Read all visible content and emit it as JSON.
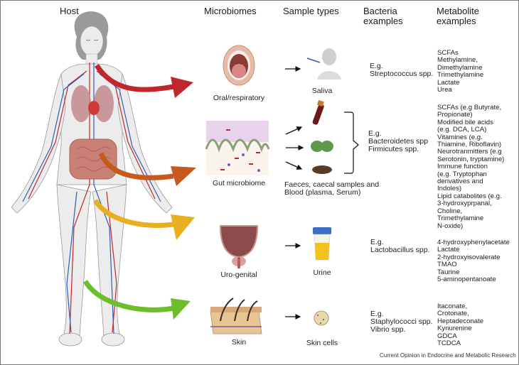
{
  "headers": {
    "host": "Host",
    "microbiomes": "Microbiomes",
    "sample_types": "Sample types",
    "bacteria": [
      "Bacteria",
      "examples"
    ],
    "metabolite": [
      "Metabolite",
      "examples"
    ]
  },
  "rows": [
    {
      "microbiome": "Oral/respiratory",
      "sample": "Saliva",
      "arrow_color": "#c0272d",
      "bacteria": [
        "E.g.",
        "Streptococcus spp."
      ],
      "metabolites": [
        "SCFAs",
        "Methylamine,",
        "Dimethylamine",
        "Trimethylamine",
        "Lactate",
        "Urea"
      ]
    },
    {
      "microbiome": "Gut microbiome",
      "sample": [
        "Faeces, caecal samples and",
        "Blood (plasma, Serum)"
      ],
      "arrow_color": "#c55a1c",
      "bacteria": [
        "E.g.",
        "Bacteroidetes spp",
        "Firmicutes spp."
      ],
      "metabolites": [
        "SCFAs (e.g Butyrate,",
        "Propionate)",
        "Modified bile acids",
        "(e.g. DCA, LCA)",
        "Vitamines (e.g.",
        "Thiamine, Riboflavin)",
        "Neurotranmitters (e.g",
        "Serotonin, tryptamine)",
        "Immune function",
        "(e.g. Tryptophan",
        "derivatives and",
        "Indoles)",
        "Lipid catabolites (e.g.",
        "3-hydroxyprpanal,",
        "Choline,",
        "Trimethylamine",
        "N-oxide)"
      ]
    },
    {
      "microbiome": "Uro-genital",
      "sample": "Urine",
      "arrow_color": "#e8b020",
      "bacteria": [
        "E.g.",
        "Lactobacillus spp."
      ],
      "metabolites": [
        "4-hydroxyphenylacetate",
        "Lactate",
        "2-hydroxyisovalerate",
        "TMAO",
        "Taurine",
        "5-aminopentanoate"
      ]
    },
    {
      "microbiome": "Skin",
      "sample": "Skin cells",
      "arrow_color": "#6cbf2a",
      "bacteria": [
        "E.g.",
        "Staphylococci spp.",
        "Vibrio spp."
      ],
      "metabolites": [
        "Itaconate,",
        "Crotonate,",
        "Heptadeconate",
        "Kynurenine",
        "GDCA",
        "TCDCA"
      ]
    }
  ],
  "footer": "Current Opinion in Endocrine and Metabolic Research"
}
